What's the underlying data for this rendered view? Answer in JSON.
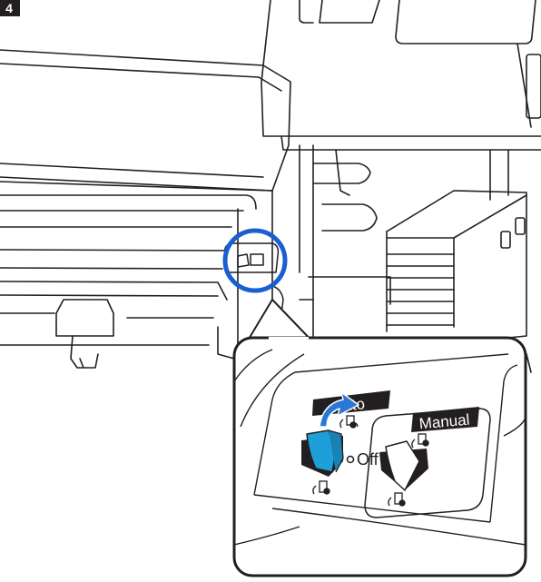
{
  "step_number": "4",
  "callout": {
    "switch_auto_label": "Auto",
    "switch_off_label": "Off",
    "switch_manual_label": "Manual"
  },
  "colors": {
    "step_badge": "#231f20",
    "highlight_circle": "#1a5fd0",
    "arrow": "#2a78d6",
    "switch_lever": "#1f9fd8",
    "line": "#231f20"
  },
  "icons": {
    "step_badge": "step-number-badge",
    "highlight": "highlight-circle",
    "switch": "auto-off-manual-switch",
    "arrow": "curved-arrow-icon",
    "media_symbols": "media-takeup-symbol-icon"
  }
}
